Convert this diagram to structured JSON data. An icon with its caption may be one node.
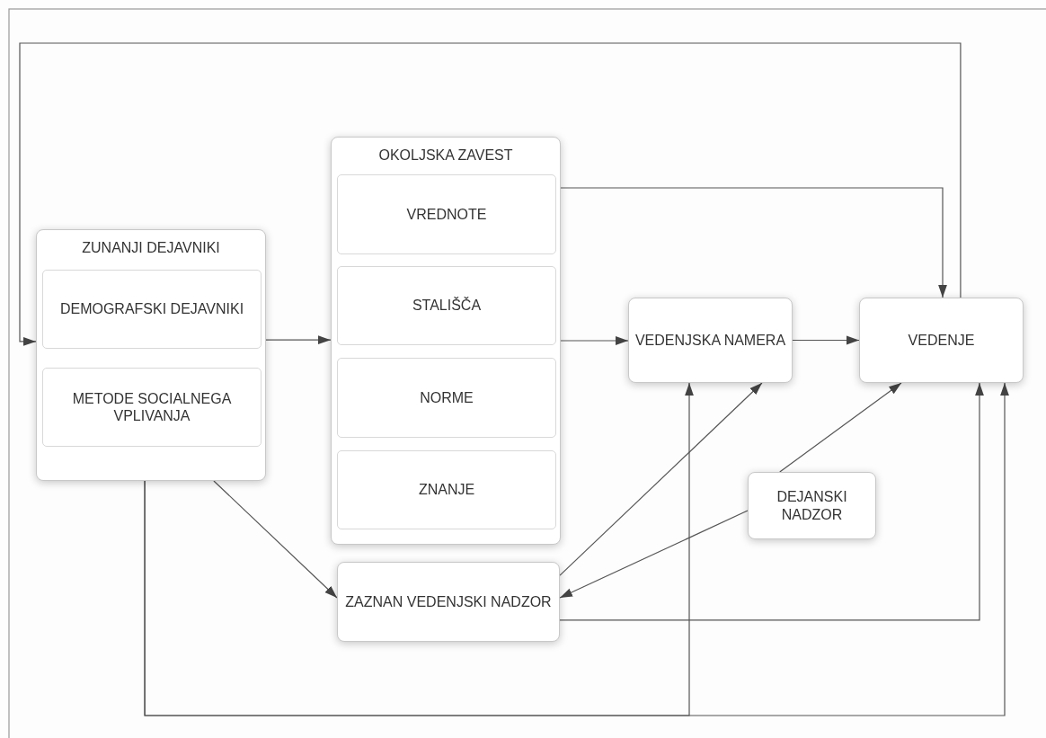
{
  "diagram": {
    "nodes": [
      {
        "text": [
          "ZUNANJI DEJAVNIKI"
        ]
      },
      {
        "text": [
          "DEMOGRAFSKI DEJAVNIKI"
        ],
        "in": 0
      },
      {
        "text": [
          "METODE SOCIALNEGA VPLIVANJA"
        ],
        "in": 0
      },
      {
        "text": [
          "OKOLJSKA ZAVEST"
        ]
      },
      {
        "text": [
          "VREDNOTE"
        ],
        "in": 3
      },
      {
        "text": [
          "STALIŠČA"
        ],
        "in": 3
      },
      {
        "text": [
          "NORME"
        ],
        "in": 3
      },
      {
        "text": [
          "ZNANJE"
        ],
        "in": 3
      },
      {
        "text": [
          "VEDENJSKA NAMERA"
        ]
      },
      {
        "text": [
          "VEDENJE"
        ]
      },
      {
        "text": [
          "DEJANSKI NADZOR"
        ]
      },
      {
        "text": [
          "ZAZNAN VEDENJSKI NADZOR"
        ]
      }
    ],
    "edges": [
      {
        "from": 0,
        "to": 3,
        "arrow": "to"
      },
      {
        "from": 3,
        "to": 8,
        "arrow": "to"
      },
      {
        "from": 8,
        "to": 9,
        "arrow": "to"
      },
      {
        "from": 3,
        "to": 9,
        "arrow": "to"
      },
      {
        "from": 9,
        "to": 0,
        "arrow": "to"
      },
      {
        "from": 0,
        "to": 11,
        "arrow": "to"
      },
      {
        "from": 0,
        "to": 8,
        "arrow": "to"
      },
      {
        "from": 0,
        "to": 9,
        "arrow": "to"
      },
      {
        "from": 11,
        "to": 8,
        "arrow": "to"
      },
      {
        "from": 11,
        "to": 9,
        "arrow": "to"
      },
      {
        "from": 10,
        "to": 11,
        "arrow": "to"
      },
      {
        "from": 10,
        "to": 9,
        "arrow": "to"
      }
    ]
  }
}
